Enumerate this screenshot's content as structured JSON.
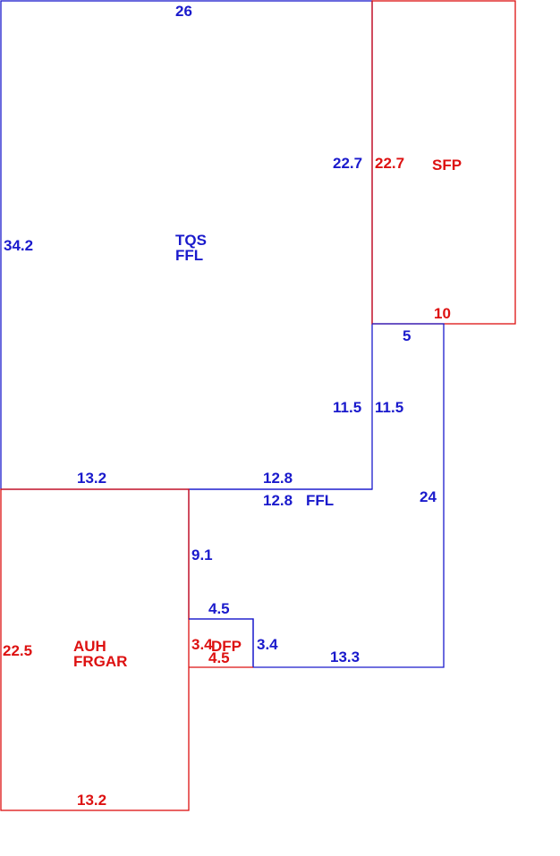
{
  "colors": {
    "blue": "#1a1acc",
    "red": "#dd1111",
    "background": "#ffffff"
  },
  "blocks": {
    "tqs": {
      "name_line1": "TQS",
      "name_line2": "FFL",
      "dim_top": "26",
      "dim_left": "34.2",
      "dim_right_upper": "22.7",
      "dim_right_lower": "11.5",
      "dim_bottom_left": "13.2",
      "dim_bottom_right": "12.8"
    },
    "sfp": {
      "name": "SFP",
      "dim_left": "22.7",
      "dim_bottom": "10"
    },
    "corridor": {
      "name": "FFL",
      "dim_top_short": "5",
      "dim_left": "11.5",
      "dim_right": "24",
      "dim_top": "12.8",
      "dim_inner_left": "9.1",
      "dim_bottom": "13.3"
    },
    "dfp": {
      "name": "DFP",
      "dim_top": "4.5",
      "dim_right": "3.4",
      "dim_left": "3.4",
      "dim_bottom": "4.5"
    },
    "auh": {
      "name_line1": "AUH",
      "name_line2": "FRGAR",
      "dim_left": "22.5",
      "dim_bottom": "13.2"
    }
  }
}
